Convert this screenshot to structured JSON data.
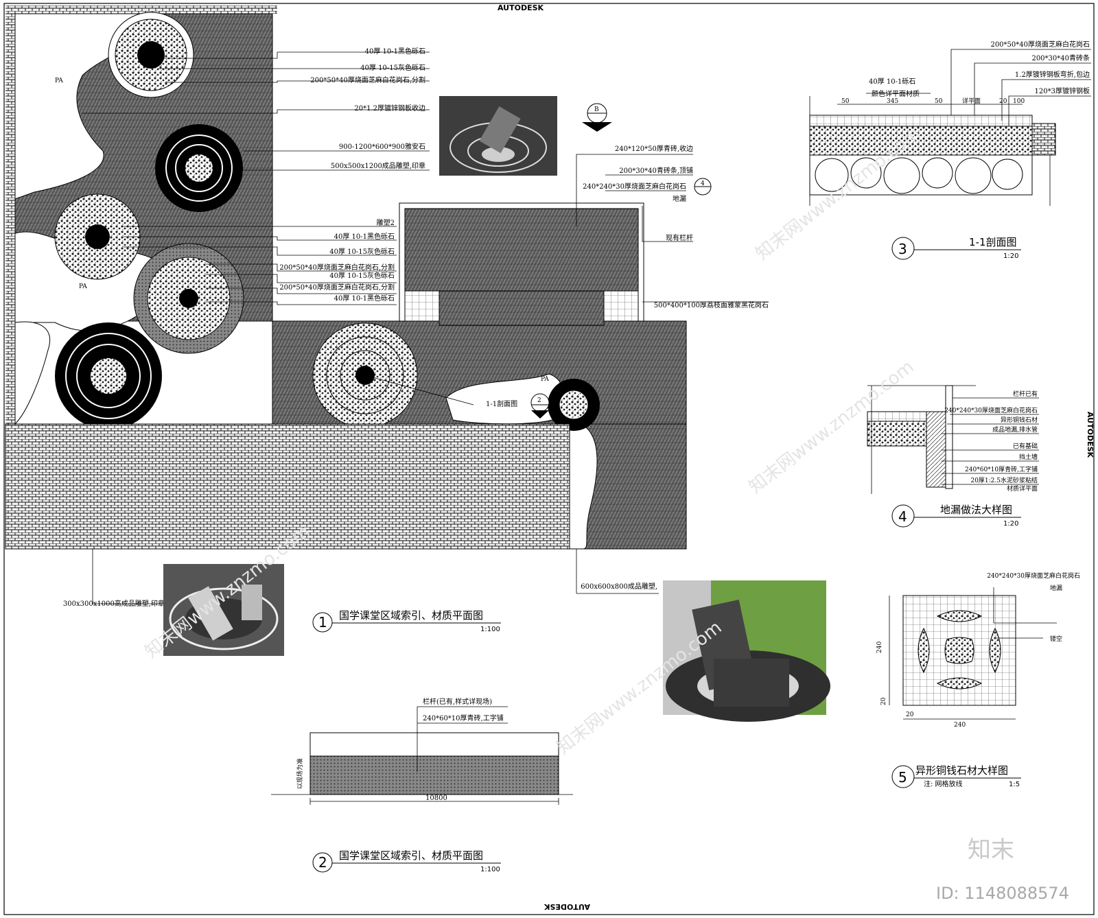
{
  "watermarks": {
    "autodesk": "AUTODESK",
    "site": "知末网www.znzmo.com",
    "brand": "知末",
    "id": "ID: 1148088574"
  },
  "plan1": {
    "number": "1",
    "title": "国学课堂区域索引、材质平面图",
    "scale": "1:100",
    "pa": "PA",
    "labels": [
      "40厚  10-1黑色砾石",
      "40厚  10-15灰色砾石",
      "200*50*40厚烧面芝麻白花岗石,分割",
      "20*1.2厚镀锌钢板收边",
      "900-1200*600*900雅安石",
      "500x500x1200成品雕塑,印章",
      "雕塑2",
      "40厚  10-1黑色砾石",
      "40厚  10-15灰色砾石",
      "200*50*40厚烧面芝麻白花岗石,分割",
      "40厚  10-15灰色砾石",
      "200*50*40厚烧面芝麻白花岗石,分割",
      "40厚  10-1黑色砾石"
    ],
    "top_labels": [
      "240*120*50厚青砖,收边",
      "200*30*40青砖条,顶铺",
      "240*240*30厚烧面芝麻白花岗石",
      "地漏"
    ],
    "rail_label": "现有栏杆",
    "granite_label": "500*400*100厚荔枝面雅蒙黑花岗石",
    "section_ref": "1-1剖面图",
    "section_num": "2",
    "detail_num": "4",
    "index_b": "B",
    "sculpture_small": "300x300x1000高成品雕塑,印章",
    "sculpture_large": "600x600x800成品雕塑,"
  },
  "plan2": {
    "number": "2",
    "title": "国学课堂区域索引、材质平面图",
    "scale": "1:100",
    "labels": [
      "栏杆(已有,样式详现场)",
      "240*60*10厚青砖,工字铺"
    ],
    "side_label": "以现场为准",
    "dimension": "10800"
  },
  "section3": {
    "number": "3",
    "title": "1-1剖面图",
    "scale": "1:20",
    "labels": [
      "200*50*40厚烧面芝麻白花岗石",
      "200*30*40青砖条",
      "1.2厚镀锌钢板弯折,包边",
      "120*3厚镀锌钢板"
    ],
    "left_labels": [
      "40厚  10-1砾石",
      "颜色详平面材质"
    ],
    "dims": [
      "50",
      "345",
      "50",
      "详平面",
      "20",
      "100"
    ]
  },
  "detail4": {
    "number": "4",
    "title": "地漏做法大样图",
    "scale": "1:20",
    "labels": [
      "栏杆已有",
      "240*240*30厚烧面芝麻白花岗石",
      "异形铜钱石材",
      "成品地漏,排水管",
      "已有基础",
      "挡土墙",
      "240*60*10厚青砖,工字铺",
      "20厚1:2.5水泥砂浆粘结",
      "材质详平面"
    ]
  },
  "detail5": {
    "number": "5",
    "title": "异形铜钱石材大样图",
    "note": "注: 网格放线",
    "scale": "1:5",
    "labels": [
      "240*240*30厚烧面芝麻白花岗石",
      "地漏",
      "镂空"
    ],
    "dims": [
      "240",
      "20",
      "20",
      "240"
    ]
  }
}
